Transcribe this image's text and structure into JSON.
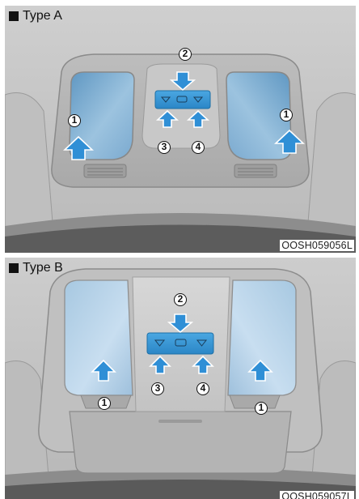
{
  "figure": {
    "panels": [
      {
        "label": "Type A",
        "code": "OOSH059056L",
        "markers": {
          "left_lamp": "1",
          "right_lamp": "1",
          "center_top": "2",
          "center_left": "3",
          "center_right": "4"
        }
      },
      {
        "label": "Type B",
        "code": "OOSH059057L",
        "markers": {
          "left_lamp": "1",
          "right_lamp": "1",
          "center_top": "2",
          "center_left": "3",
          "center_right": "4"
        }
      }
    ]
  },
  "colors": {
    "arrow": "#2f8fd6",
    "lens_light": "#b9d6ea",
    "lens_mid": "#6aa3cc",
    "switch_panel": "#3a9bd8",
    "headliner": "#d2d2d2"
  }
}
